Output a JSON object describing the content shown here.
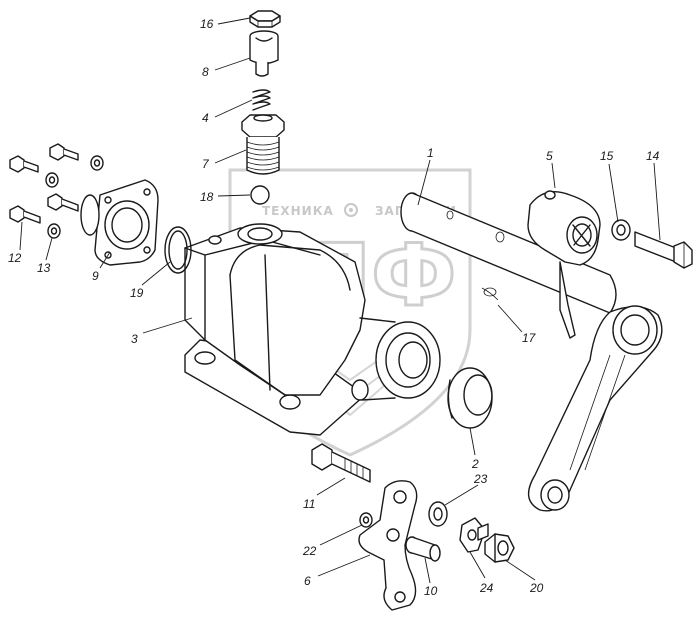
{
  "watermark": {
    "brand_left": "ТЕХНИКА",
    "brand_right": "ЗАПЧАСТИ",
    "logo_text": "ЭПФ",
    "color": "#cccccc"
  },
  "callouts": [
    {
      "id": "16",
      "label": "16"
    },
    {
      "id": "8",
      "label": "8"
    },
    {
      "id": "4",
      "label": "4"
    },
    {
      "id": "7",
      "label": "7"
    },
    {
      "id": "18",
      "label": "18"
    },
    {
      "id": "1",
      "label": "1"
    },
    {
      "id": "5",
      "label": "5"
    },
    {
      "id": "15",
      "label": "15"
    },
    {
      "id": "14",
      "label": "14"
    },
    {
      "id": "12",
      "label": "12"
    },
    {
      "id": "13",
      "label": "13"
    },
    {
      "id": "9",
      "label": "9"
    },
    {
      "id": "19",
      "label": "19"
    },
    {
      "id": "3",
      "label": "3"
    },
    {
      "id": "17",
      "label": "17"
    },
    {
      "id": "2",
      "label": "2"
    },
    {
      "id": "23",
      "label": "23"
    },
    {
      "id": "11",
      "label": "11"
    },
    {
      "id": "22",
      "label": "22"
    },
    {
      "id": "6",
      "label": "6"
    },
    {
      "id": "10",
      "label": "10"
    },
    {
      "id": "24",
      "label": "24"
    },
    {
      "id": "20",
      "label": "20"
    }
  ]
}
